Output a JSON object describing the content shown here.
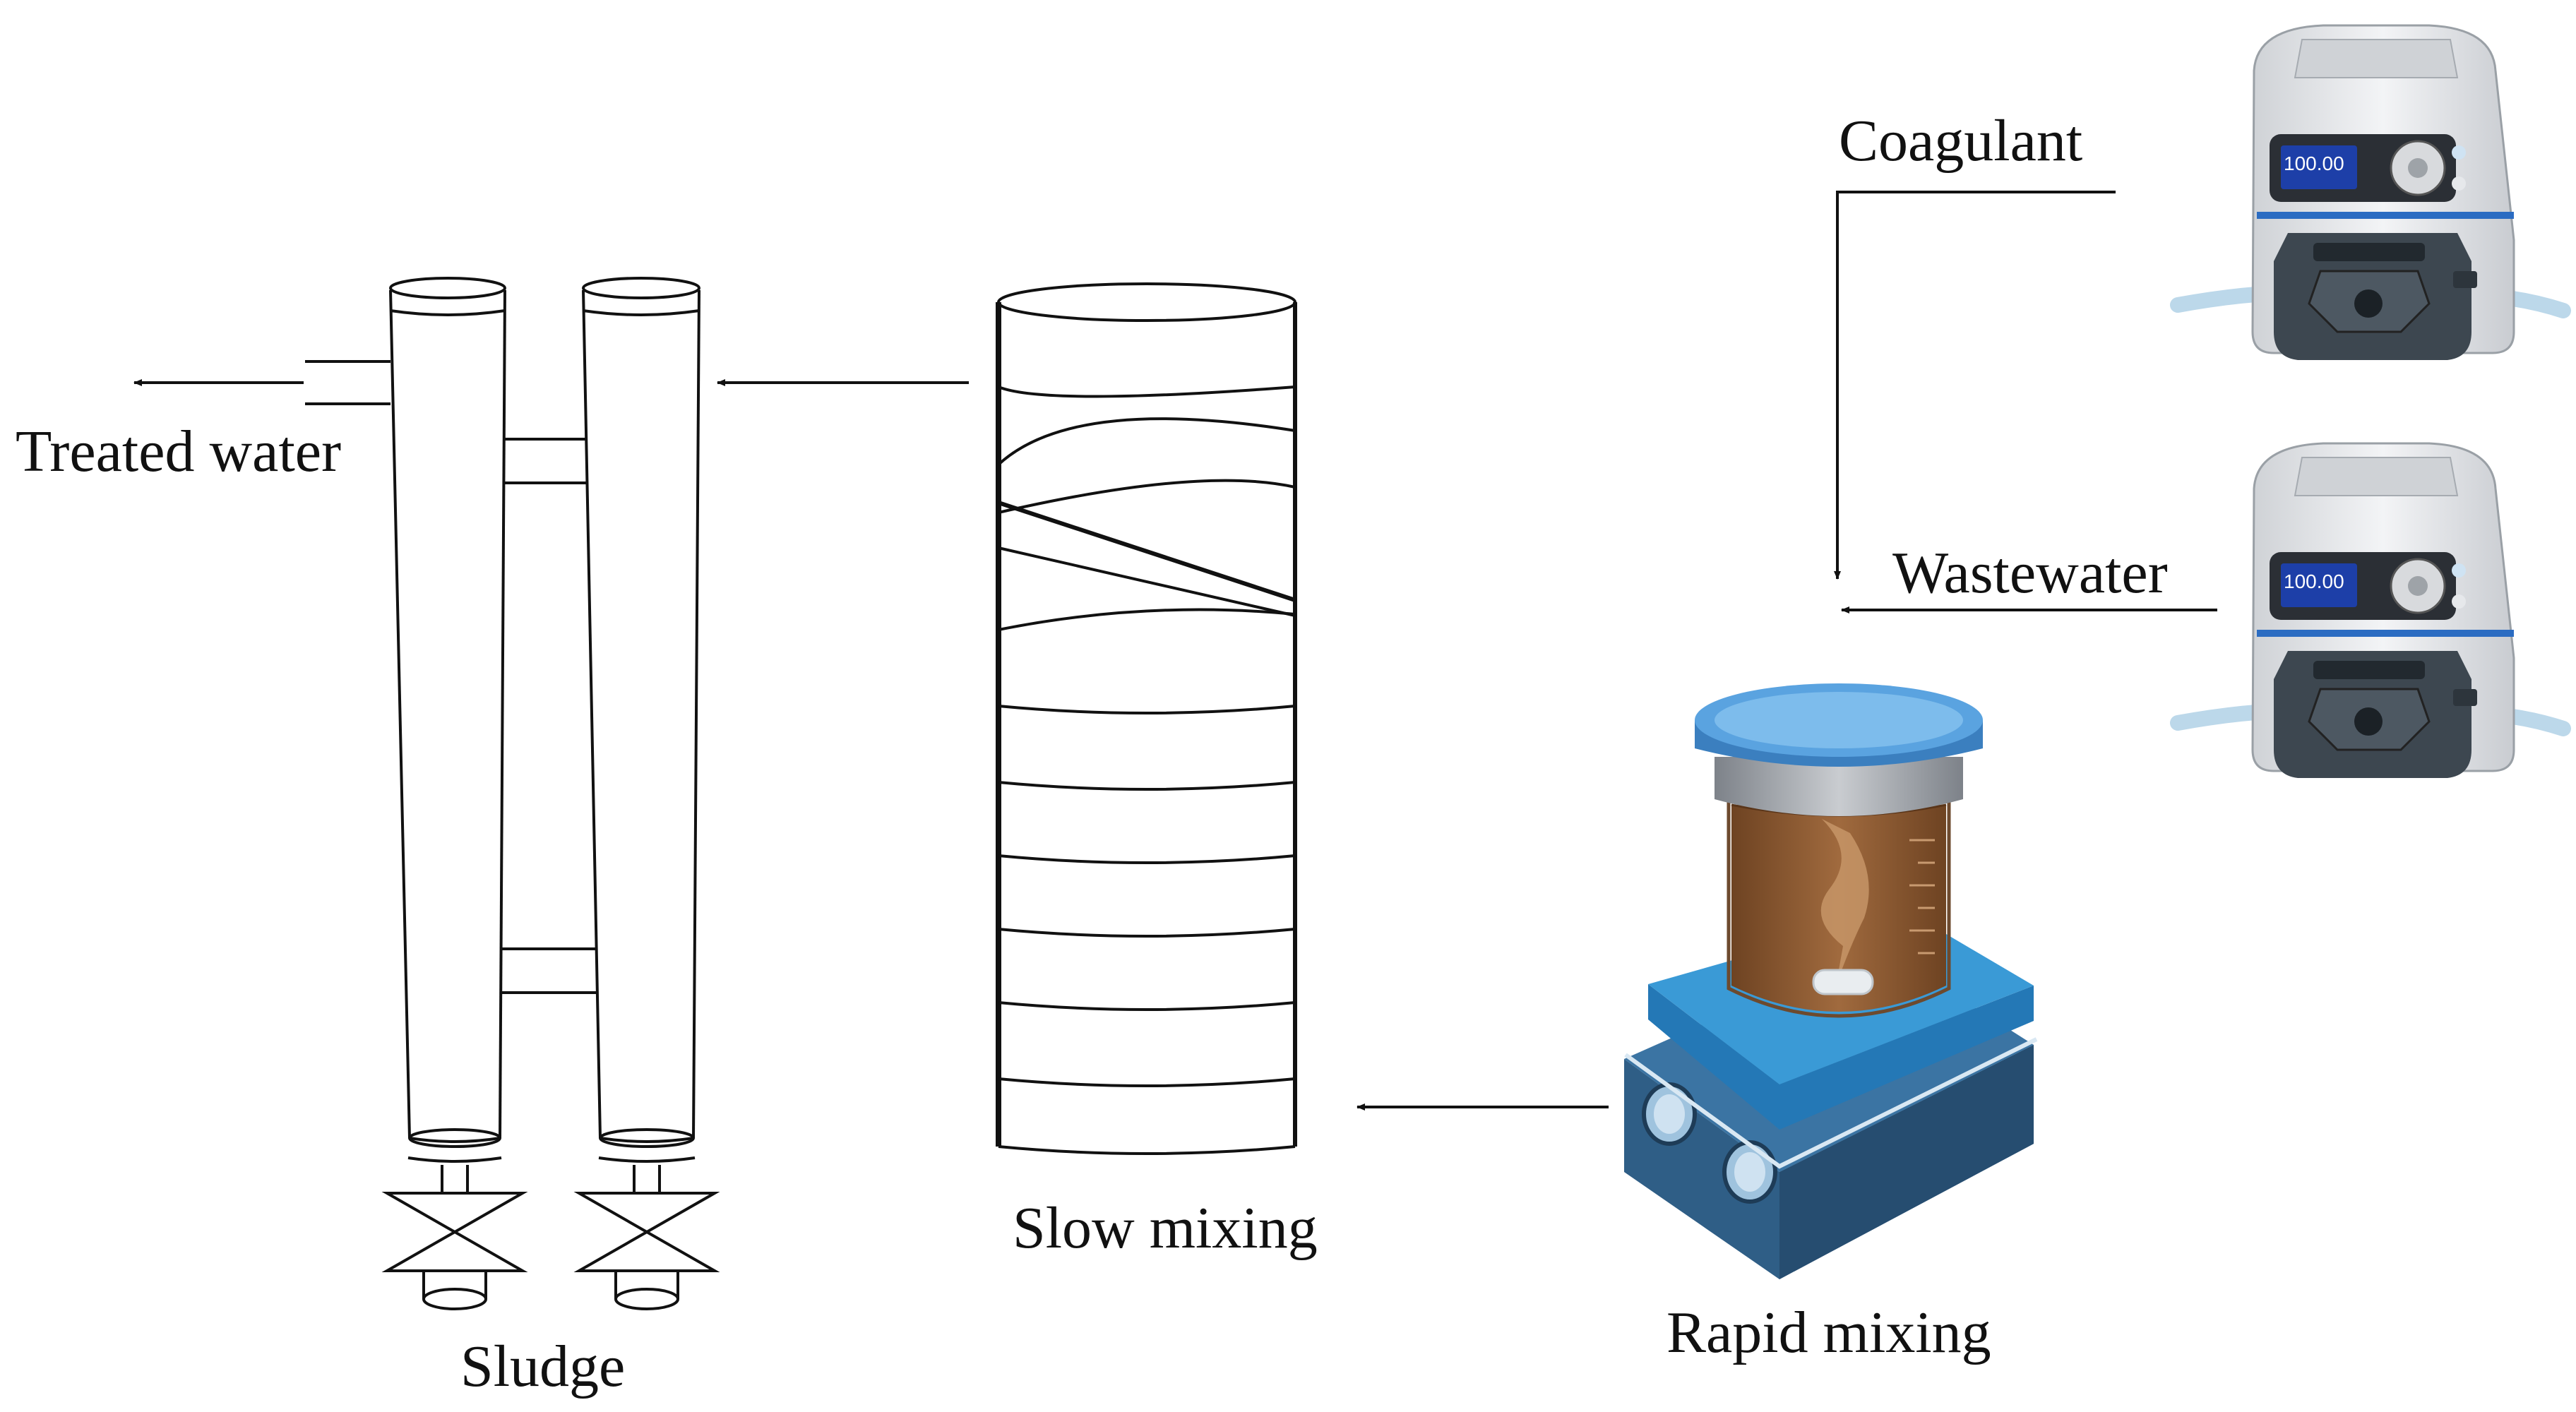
{
  "labels": {
    "coagulant": "Coagulant",
    "wastewater": "Wastewater",
    "treated_water": "Treated water",
    "slow_mixing": "Slow mixing",
    "rapid_mixing": "Rapid mixing",
    "sludge": "Sludge"
  },
  "pumps": {
    "coagulant_pump": {
      "display_value": "100.00"
    },
    "wastewater_pump": {
      "display_value": "100.00"
    }
  },
  "colors": {
    "line": "#111111",
    "pump_body": "#e4e6e9",
    "pump_head": "#3d4750",
    "pump_screen": "#1d3fa8",
    "pump_trim": "#2b6cc2",
    "tubing": "#bcd8ea",
    "lid": "#4a90d0",
    "jar_rim": "#9a9fa6",
    "liquid": "#8a5a32",
    "stirrer_top": "#2e8ecf",
    "stirrer_base": "#2f5e86"
  }
}
